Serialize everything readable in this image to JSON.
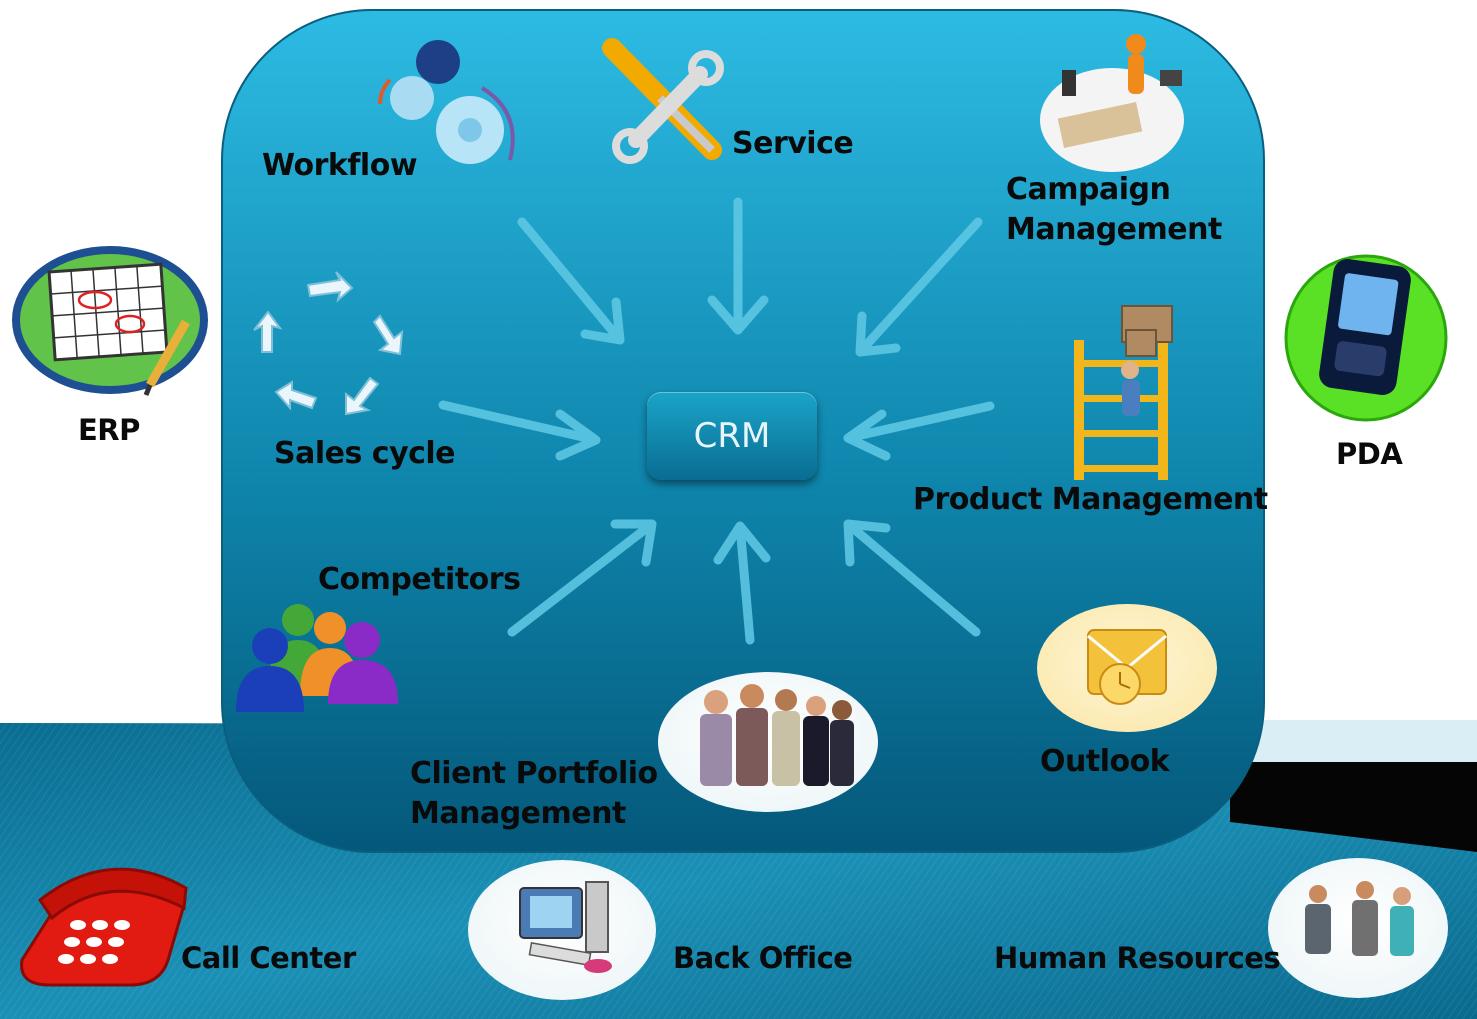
{
  "center": {
    "label": "CRM"
  },
  "inner_nodes": {
    "workflow": "Workflow",
    "service": "Service",
    "campaign_line1": "Campaign",
    "campaign_line2": "Management",
    "sales_cycle": "Sales cycle",
    "product_management": "Product Management",
    "competitors": "Competitors",
    "client_line1": "Client Portfolio",
    "client_line2": "Management",
    "outlook": "Outlook"
  },
  "outer_nodes": {
    "erp": "ERP",
    "pda": "PDA",
    "call_center": "Call Center",
    "back_office": "Back Office",
    "human_resources": "Human Resources"
  },
  "icons": {
    "workflow": "gears-icon",
    "service": "tools-icon",
    "campaign": "desk-worker-icon",
    "sales_cycle": "cycle-arrows-icon",
    "product": "ladder-boxes-icon",
    "competitors": "people-group-icon",
    "client": "business-people-icon",
    "outlook": "outlook-icon",
    "erp": "calendar-icon",
    "pda": "pda-device-icon",
    "call_center": "telephone-icon",
    "back_office": "computer-icon",
    "human_resources": "handshake-icon"
  },
  "colors": {
    "panel_top": "#2fb8de",
    "panel_bottom": "#055a7a",
    "band": "#0b6f93",
    "arrow": "#58c4e2"
  }
}
